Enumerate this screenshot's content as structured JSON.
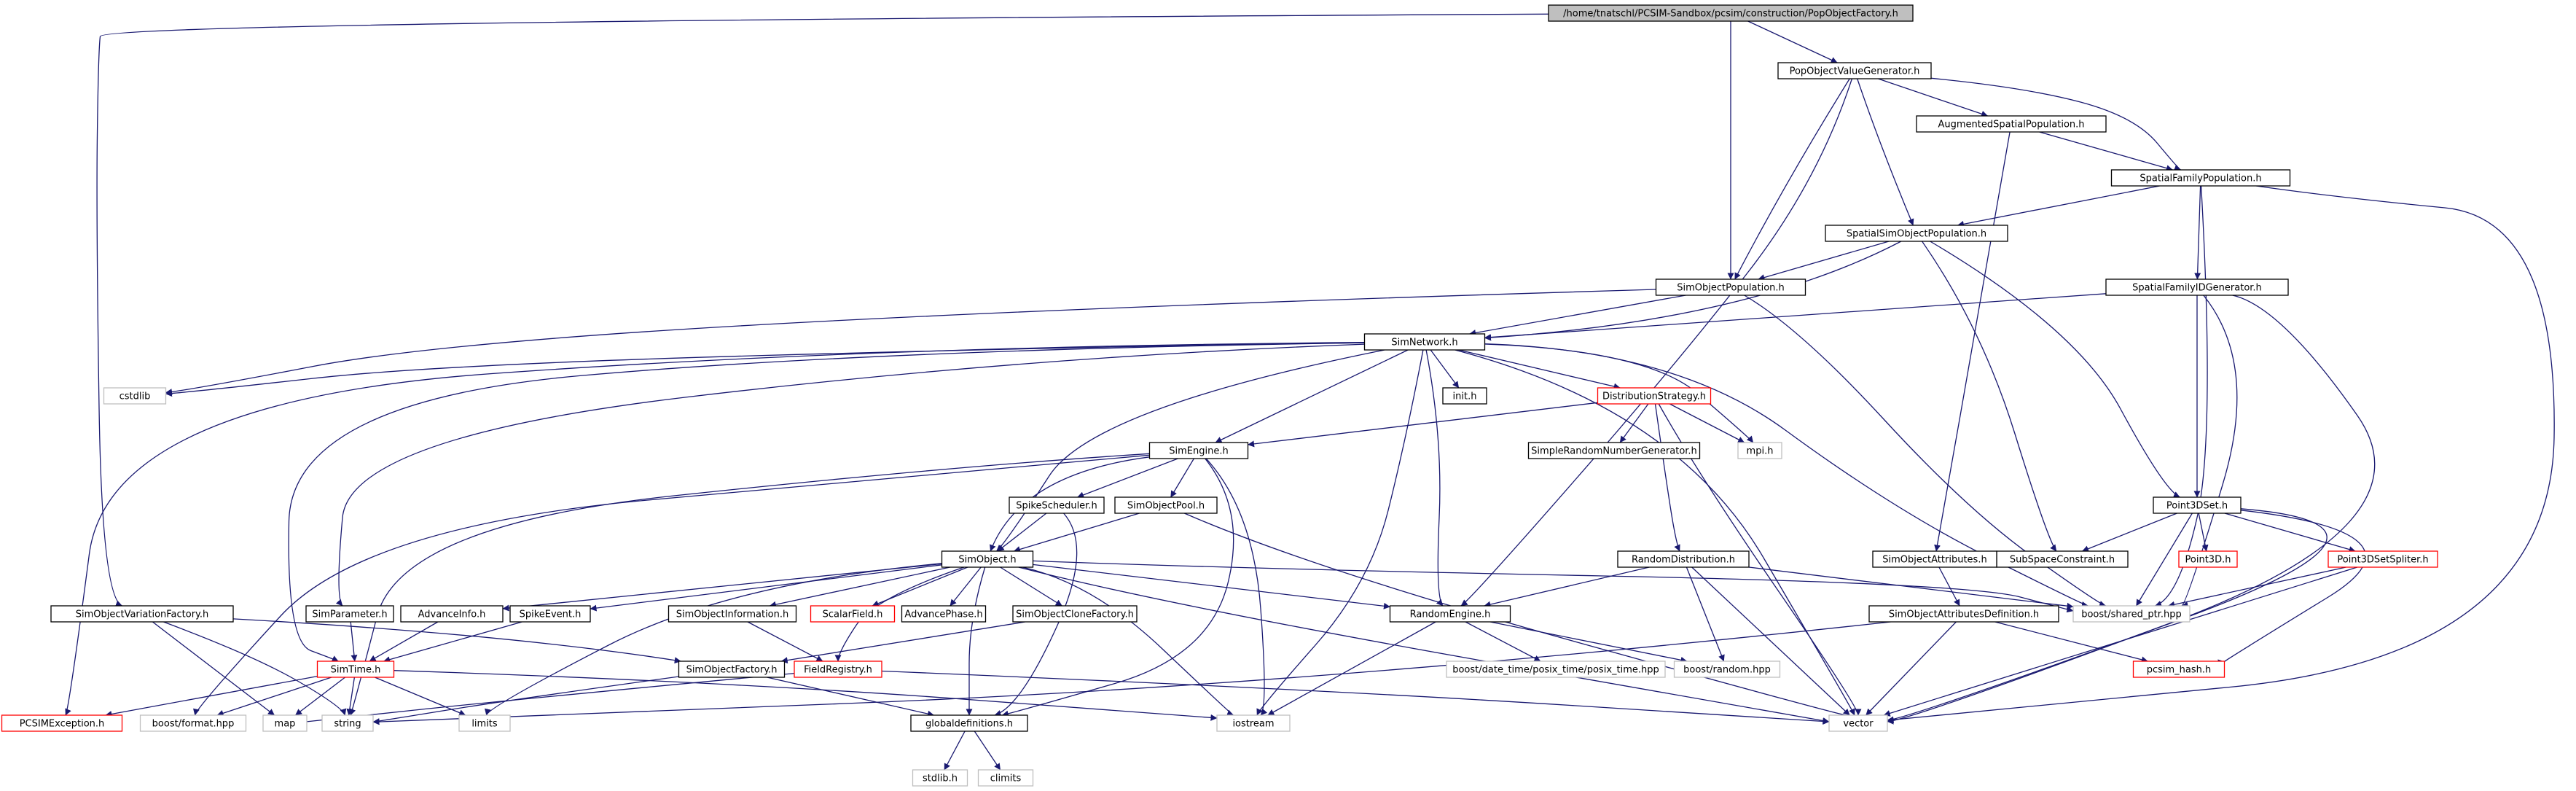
{
  "colors": {
    "edge": "#191970",
    "node_border": "#000000",
    "external_border": "#bfbfbf",
    "incomplete_border": "#ff0000",
    "root_fill": "#bfbfbf"
  },
  "nodes": {
    "root": {
      "label": "/home/tnatschl/PCSIM-Sandbox/pcsim/construction/PopObjectFactory.h",
      "kind": "root"
    },
    "popvalgen": {
      "label": "PopObjectValueGenerator.h",
      "kind": "black"
    },
    "augspatial": {
      "label": "AugmentedSpatialPopulation.h",
      "kind": "black"
    },
    "spatialfam": {
      "label": "SpatialFamilyPopulation.h",
      "kind": "black"
    },
    "spatialsim": {
      "label": "SpatialSimObjectPopulation.h",
      "kind": "black"
    },
    "simobjpop": {
      "label": "SimObjectPopulation.h",
      "kind": "black"
    },
    "spatialfamid": {
      "label": "SpatialFamilyIDGenerator.h",
      "kind": "black"
    },
    "simnetwork": {
      "label": "SimNetwork.h",
      "kind": "black"
    },
    "cstdlib": {
      "label": "cstdlib",
      "kind": "grey"
    },
    "init": {
      "label": "init.h",
      "kind": "black"
    },
    "diststrat": {
      "label": "DistributionStrategy.h",
      "kind": "red"
    },
    "mpi": {
      "label": "mpi.h",
      "kind": "grey"
    },
    "simengine": {
      "label": "SimEngine.h",
      "kind": "black"
    },
    "simplerng": {
      "label": "SimpleRandomNumberGenerator.h",
      "kind": "black"
    },
    "spikesched": {
      "label": "SpikeScheduler.h",
      "kind": "black"
    },
    "simobjpool": {
      "label": "SimObjectPool.h",
      "kind": "black"
    },
    "point3dset": {
      "label": "Point3DSet.h",
      "kind": "black"
    },
    "point3d": {
      "label": "Point3D.h",
      "kind": "red"
    },
    "point3dsplit": {
      "label": "Point3DSetSpliter.h",
      "kind": "red"
    },
    "subspace": {
      "label": "SubSpaceConstraint.h",
      "kind": "black"
    },
    "simobjattr": {
      "label": "SimObjectAttributes.h",
      "kind": "black"
    },
    "randdist": {
      "label": "RandomDistribution.h",
      "kind": "black"
    },
    "simobject": {
      "label": "SimObject.h",
      "kind": "black"
    },
    "advanceinfo": {
      "label": "AdvanceInfo.h",
      "kind": "black"
    },
    "spikeevent": {
      "label": "SpikeEvent.h",
      "kind": "black"
    },
    "simobjinfo": {
      "label": "SimObjectInformation.h",
      "kind": "black"
    },
    "scalarfield": {
      "label": "ScalarField.h",
      "kind": "red"
    },
    "advancephase": {
      "label": "AdvancePhase.h",
      "kind": "black"
    },
    "simobjclone": {
      "label": "SimObjectCloneFactory.h",
      "kind": "black"
    },
    "randengine": {
      "label": "RandomEngine.h",
      "kind": "black"
    },
    "sharedptr": {
      "label": "boost/shared_ptr.hpp",
      "kind": "grey"
    },
    "simobjattrdef": {
      "label": "SimObjectAttributesDefinition.h",
      "kind": "black"
    },
    "simobjvar": {
      "label": "SimObjectVariationFactory.h",
      "kind": "black"
    },
    "simparam": {
      "label": "SimParameter.h",
      "kind": "black"
    },
    "simtime": {
      "label": "SimTime.h",
      "kind": "red"
    },
    "simobjfact": {
      "label": "SimObjectFactory.h",
      "kind": "black"
    },
    "fieldreg": {
      "label": "FieldRegistry.h",
      "kind": "red"
    },
    "posixtime": {
      "label": "boost/date_time/posix_time/posix_time.hpp",
      "kind": "grey"
    },
    "boostrandom": {
      "label": "boost/random.hpp",
      "kind": "grey"
    },
    "pcsimhash": {
      "label": "pcsim_hash.h",
      "kind": "red"
    },
    "pcsimexc": {
      "label": "PCSIMException.h",
      "kind": "red"
    },
    "boostformat": {
      "label": "boost/format.hpp",
      "kind": "grey"
    },
    "map": {
      "label": "map",
      "kind": "grey"
    },
    "string": {
      "label": "string",
      "kind": "grey"
    },
    "limits": {
      "label": "limits",
      "kind": "grey"
    },
    "iostream": {
      "label": "iostream",
      "kind": "grey"
    },
    "vector": {
      "label": "vector",
      "kind": "grey"
    },
    "globaldefs": {
      "label": "globaldefinitions.h",
      "kind": "black"
    },
    "stdlib": {
      "label": "stdlib.h",
      "kind": "grey"
    },
    "climits": {
      "label": "climits",
      "kind": "grey"
    }
  }
}
